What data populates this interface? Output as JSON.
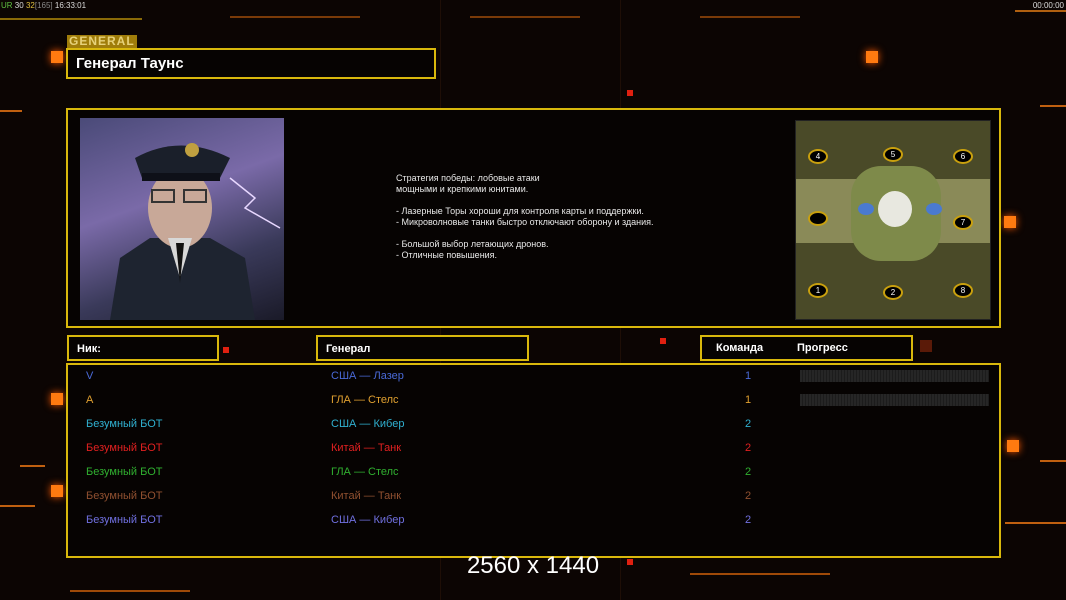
{
  "status_bar": {
    "ur": "UR",
    "v1": "30",
    "v2": "32",
    "v3": "[165]",
    "time": "16:33:01",
    "clock": "00:00:00"
  },
  "general_tag": "GENERAL",
  "general_name": "Генерал Таунс",
  "description": "Стратегия победы: лобовые атаки\nмощными и крепкими юнитами.\n\n- Лазерные Торы хороши для контроля карты и поддержки.\n- Микроволновые танки быстро отключают оборону и здания.\n\n- Большой выбор летающих дронов.\n- Отличные повышения.",
  "map": {
    "markers": [
      "4",
      "5",
      "6",
      "",
      "7",
      "1",
      "2",
      "8"
    ]
  },
  "headers": {
    "nick": "Ник:",
    "general": "Генерал",
    "team": "Команда",
    "progress": "Прогресс"
  },
  "players": [
    {
      "nick": "V",
      "general": "США — Лазер",
      "team": "1",
      "color": "#4a6ad8",
      "progress": 0
    },
    {
      "nick": "A",
      "general": "ГЛА — Стелс",
      "team": "1",
      "color": "#e0a030",
      "progress": 0
    },
    {
      "nick": "Безумный БОТ",
      "general": "США — Кибер",
      "team": "2",
      "color": "#30b0d0"
    },
    {
      "nick": "Безумный БОТ",
      "general": "Китай — Танк",
      "team": "2",
      "color": "#e02020"
    },
    {
      "nick": "Безумный БОТ",
      "general": "ГЛА — Стелс",
      "team": "2",
      "color": "#30b030"
    },
    {
      "nick": "Безумный БОТ",
      "general": "Китай — Танк",
      "team": "2",
      "color": "#905030"
    },
    {
      "nick": "Безумный БОТ",
      "general": "США — Кибер",
      "team": "2",
      "color": "#7070e0"
    }
  ],
  "resolution": "2560 x 1440"
}
